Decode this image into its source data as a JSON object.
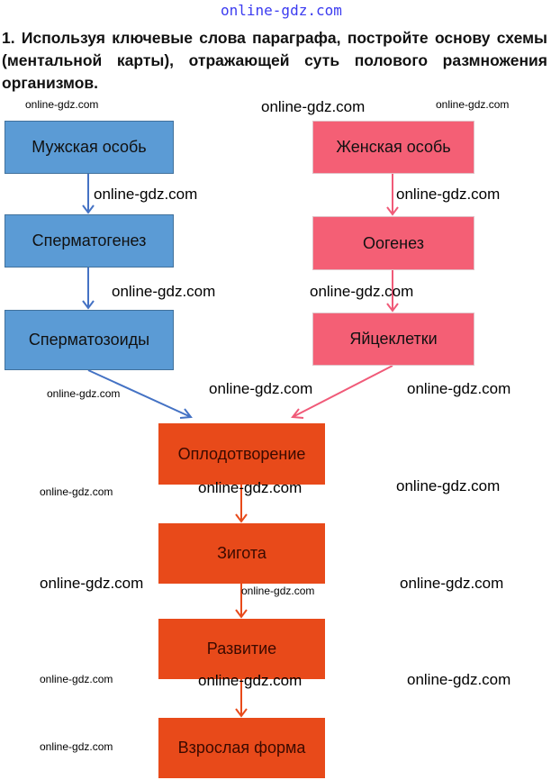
{
  "header_watermark": "online-gdz.com",
  "title": "1. Используя ключевые слова параграфа, постройте основу схемы (ментальной карты), отражающей суть полового размножения организмов.",
  "male_chain": [
    "Мужская особь",
    "Сперматогенез",
    "Сперматозоиды"
  ],
  "female_chain": [
    "Женская особь",
    "Оогенез",
    "Яйцеклетки"
  ],
  "common_chain": [
    "Оплодотворение",
    "Зигота",
    "Развитие",
    "Взрослая форма"
  ],
  "watermark": "online-gdz.com",
  "colors": {
    "male": "#5b9bd5",
    "female": "#f45f75",
    "common": "#e84a1a",
    "male_arrow": "#4472c4",
    "female_arrow": "#f05a78",
    "common_arrow": "#e84a1a"
  }
}
